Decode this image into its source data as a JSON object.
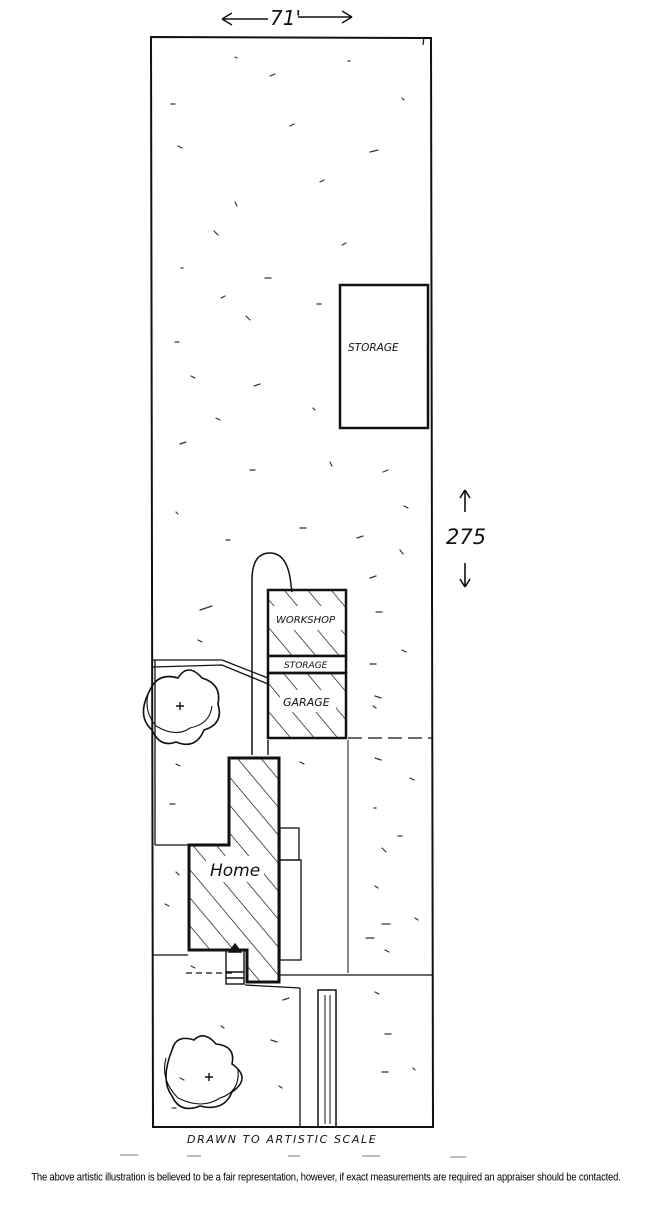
{
  "plot_plan": {
    "width_label": "71'",
    "depth_label": "275",
    "buildings": [
      {
        "id": "storage-shed",
        "label": "STORAGE"
      },
      {
        "id": "workshop",
        "label": "WORKSHOP"
      },
      {
        "id": "storage-small",
        "label": "STORAGE"
      },
      {
        "id": "garage",
        "label": "GARAGE"
      },
      {
        "id": "home",
        "label": "Home"
      }
    ],
    "scale_note": "DRAWN TO ARTISTIC SCALE"
  },
  "disclaimer": "The above artistic illustration is believed to be a fair representation, however, if exact measurements are required an appraiser should be contacted."
}
